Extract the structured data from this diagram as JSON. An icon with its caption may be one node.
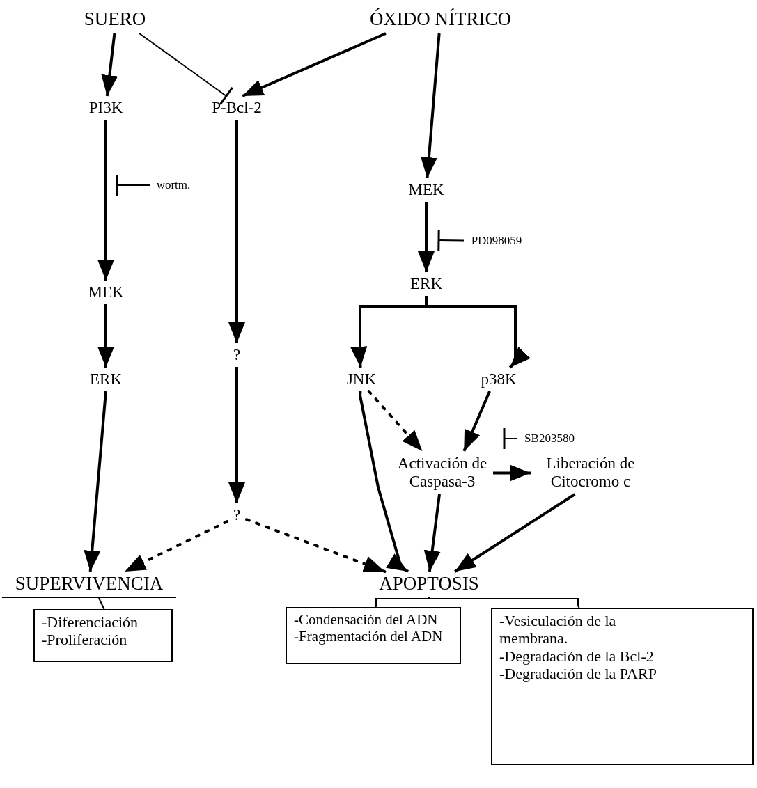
{
  "diagram": {
    "nodes": [
      {
        "text": [
          "SUERO"
        ]
      },
      {
        "text": [
          "ÓXIDO NÍTRICO"
        ]
      },
      {
        "text": [
          "P-Bcl-2"
        ]
      },
      {
        "text": [
          "PI3K"
        ]
      },
      {
        "text": [
          "wortm."
        ]
      },
      {
        "text": [
          "MEK"
        ]
      },
      {
        "text": [
          "ERK"
        ]
      },
      {
        "text": [
          "MEK"
        ]
      },
      {
        "text": [
          "PD098059"
        ]
      },
      {
        "text": [
          "ERK"
        ]
      },
      {
        "text": [
          "?"
        ]
      },
      {
        "text": [
          "JNK"
        ]
      },
      {
        "text": [
          "p38K"
        ]
      },
      {
        "text": [
          "SB203580"
        ]
      },
      {
        "text": [
          "Activación de Caspasa-3"
        ]
      },
      {
        "text": [
          "Liberación de Citocromo c"
        ]
      },
      {
        "text": [
          "?"
        ]
      },
      {
        "text": [
          "SUPERVIVENCIA"
        ]
      },
      {
        "text": [
          "APOPTOSIS"
        ]
      },
      {
        "text": [
          "-Diferenciación",
          "-Proliferación"
        ]
      },
      {
        "text": [
          "-Condensación del ADN",
          "-Fragmentación del ADN"
        ]
      },
      {
        "text": [
          "-Vesiculación de la membrana.",
          "-Degradación de la Bcl-2",
          "-Degradación de la PARP"
        ]
      }
    ],
    "edges": [
      {
        "from": 0,
        "to": 3,
        "arrow": "to"
      },
      {
        "from": 0,
        "to": 2,
        "arrow": "other"
      },
      {
        "from": 1,
        "to": 2,
        "arrow": "to"
      },
      {
        "from": 1,
        "to": 7,
        "arrow": "to"
      },
      {
        "from": 3,
        "to": 5,
        "arrow": "to"
      },
      {
        "from": 4,
        "to": null,
        "arrow": "other"
      },
      {
        "from": 5,
        "to": 6,
        "arrow": "to"
      },
      {
        "from": 6,
        "to": 17,
        "arrow": "to"
      },
      {
        "from": 2,
        "to": 10,
        "arrow": "to"
      },
      {
        "from": 10,
        "to": 16,
        "arrow": "to"
      },
      {
        "from": 7,
        "to": 9,
        "arrow": "to"
      },
      {
        "from": 8,
        "to": null,
        "arrow": "other"
      },
      {
        "from": 9,
        "to": 11,
        "arrow": "to"
      },
      {
        "from": 9,
        "to": 12,
        "arrow": "to"
      },
      {
        "from": 11,
        "to": 14,
        "arrow": "to",
        "style": "dashed"
      },
      {
        "from": 12,
        "to": 14,
        "arrow": "to"
      },
      {
        "from": 13,
        "to": null,
        "arrow": "other"
      },
      {
        "from": 11,
        "to": 18,
        "arrow": "to"
      },
      {
        "from": 14,
        "to": 15,
        "arrow": "to"
      },
      {
        "from": 14,
        "to": 18,
        "arrow": "to"
      },
      {
        "from": 15,
        "to": 18,
        "arrow": "to"
      },
      {
        "from": 16,
        "to": 17,
        "arrow": "to",
        "style": "dashed"
      },
      {
        "from": 16,
        "to": 18,
        "arrow": "to",
        "style": "dashed"
      },
      {
        "from": 17,
        "to": 19,
        "arrow": "none"
      },
      {
        "from": 18,
        "to": 20,
        "arrow": "none"
      },
      {
        "from": 18,
        "to": 21,
        "arrow": "none"
      }
    ]
  }
}
